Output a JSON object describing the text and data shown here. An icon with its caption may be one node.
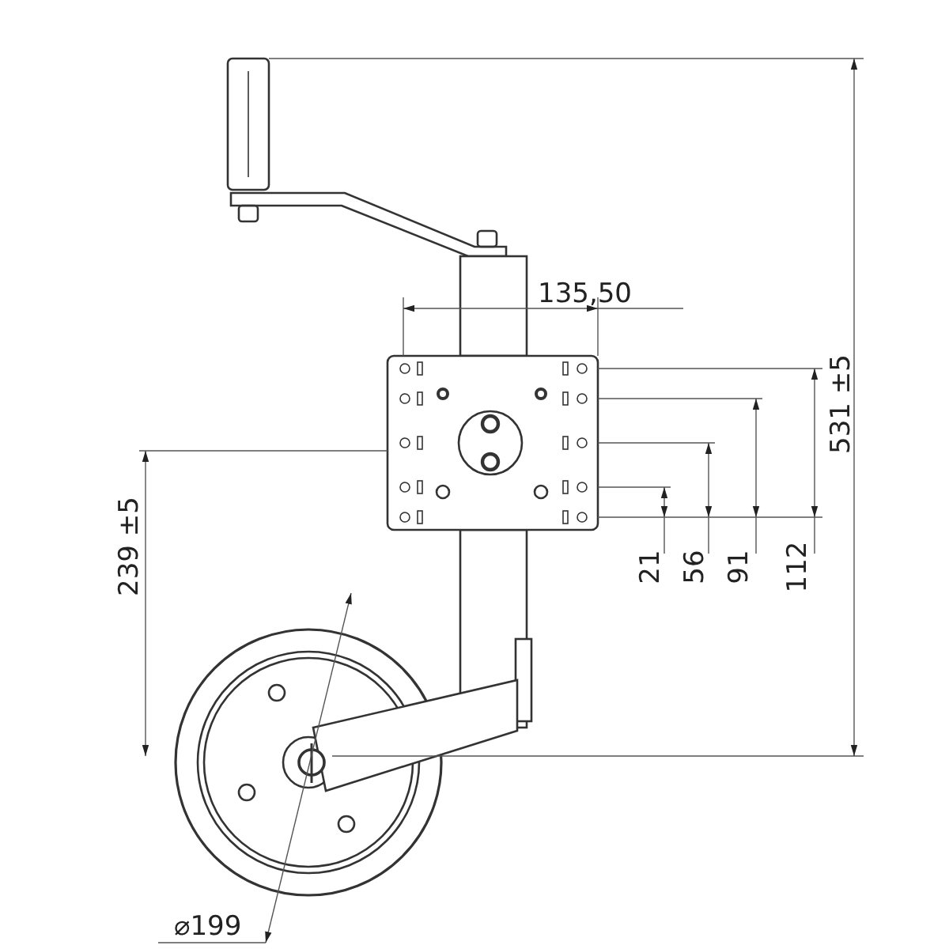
{
  "diagram": {
    "labels": [
      "135,50",
      "531 ±5",
      "21",
      "56",
      "91",
      "112",
      "239 ±5",
      "⌀199"
    ]
  }
}
